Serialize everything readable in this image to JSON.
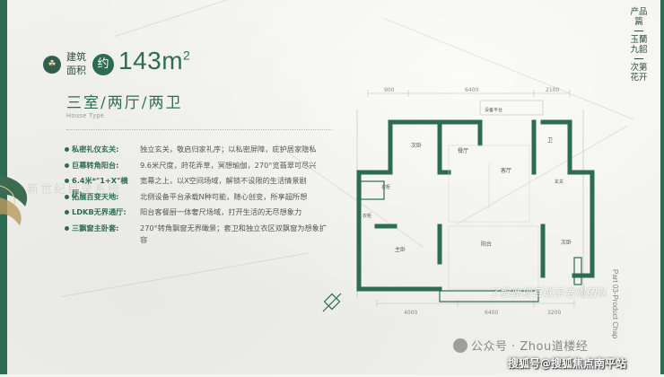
{
  "header": {
    "badge_glyph": "☘",
    "area_label": "建筑面积",
    "approx": "约",
    "area_value": "143m",
    "area_unit_sup": "2",
    "rooms": "三室/两厅/两卫",
    "rooms_en": "House Type"
  },
  "features": [
    {
      "title": "私密礼仪玄关:",
      "desc": "独立玄关，敬启归家礼序；以私密屏障，庇护居家隐私"
    },
    {
      "title": "巨幕转角阳台:",
      "desc": "9.6米尺度，莳花弄草，冥想瑜伽，270°览翡翠可尽兴"
    },
    {
      "title": "6.4米*\"1+X\"横厅:",
      "desc": "宽幕之上，以X空间场域，解锁不设限的生活情景剧"
    },
    {
      "title": "拓展百变天地:",
      "desc": "北侧设备平台承载N种可能，随心创变，所享超所想"
    },
    {
      "title": "LDKB无界通厅:",
      "desc": "阳台客餐厨一体奢尺场域，打开生活的无尽想象力"
    },
    {
      "title": "三飘窗主卧套:",
      "desc": "270°转角飘窗无界瞰景；套卫和独立衣区双飘窗为想象扩容"
    }
  ],
  "side_title": [
    "产品篇",
    "玉蘭九韶",
    "次第花开"
  ],
  "side_en": "Part 03-Product Chap",
  "plan": {
    "dims_top": [
      "900",
      "6400",
      "2100"
    ],
    "dims_bottom": [
      "4000",
      "6400",
      "3200"
    ],
    "rooms": [
      "次卧",
      "餐厅",
      "卫",
      "设备平台",
      "衣柜",
      "玄关",
      "客厅",
      "主卧",
      "次卧",
      "衣柜",
      "阳台"
    ]
  },
  "watermarks": {
    "promo": "了解此项目联系老周团队",
    "faded": "新世纪目录系统",
    "wechat": "公众号 · Zhou道楼经",
    "sohu": "搜狐号@搜狐焦点南平站"
  },
  "colors": {
    "accent": "#2e6b55",
    "background": "#f3f3f1"
  }
}
